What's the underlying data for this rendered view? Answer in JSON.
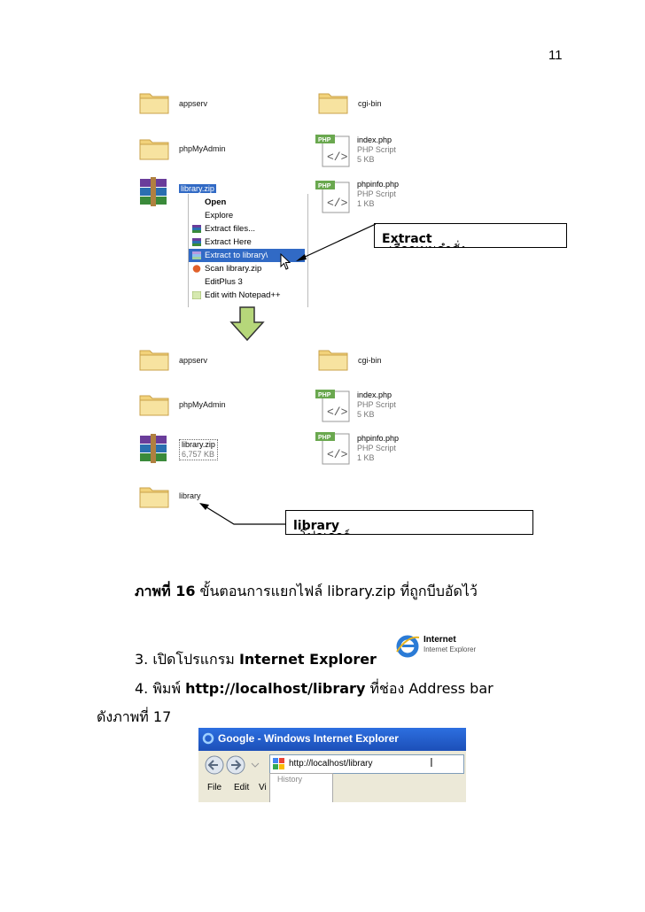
{
  "page_number": "11",
  "top_listing": {
    "items": [
      {
        "name": "appserv"
      },
      {
        "name": "cgi-bin"
      },
      {
        "name": "phpMyAdmin"
      },
      {
        "name": "index.php",
        "type": "PHP Script",
        "size": "5 KB"
      },
      {
        "name": "library.zip"
      },
      {
        "name": "phpinfo.php",
        "type": "PHP Script",
        "size": "1 KB"
      }
    ]
  },
  "context_menu": {
    "items": [
      "Open",
      "Explore",
      "Extract files...",
      "Extract Here",
      "Extract to library\\",
      "Scan library.zip",
      "EditPlus 3",
      "Edit with Notepad++"
    ],
    "highlighted_index": 4
  },
  "callout_top": {
    "text_plain": "เลือกเมนูคำสั่ง ",
    "text_bold": "Extract"
  },
  "bottom_listing": {
    "items": [
      {
        "name": "appserv"
      },
      {
        "name": "cgi-bin"
      },
      {
        "name": "phpMyAdmin"
      },
      {
        "name": "index.php",
        "type": "PHP Script",
        "size": "5 KB"
      },
      {
        "name": "library.zip",
        "size": "6,757 KB"
      },
      {
        "name": "phpinfo.php",
        "type": "PHP Script",
        "size": "1 KB"
      },
      {
        "name": "library"
      }
    ]
  },
  "callout_bottom": {
    "text_plain": "โฟลเดอร์ ",
    "text_bold": "library"
  },
  "caption": {
    "label": "ภาพที่ 16",
    "text": " ขั้นตอนการแยกไฟล์ library.zip ที่ถูกบีบอัดไว้"
  },
  "step3": {
    "text": "3. เปิดโปรแกรม ",
    "bold": "Internet Explorer"
  },
  "ie_logo": {
    "line1": "Internet",
    "line2": "Internet Explorer"
  },
  "step4": {
    "text": "4. พิมพ์ ",
    "bold": "http://localhost/library",
    "text2": " ที่ช่อง Address bar",
    "line2": "ดังภาพที่ 17"
  },
  "ie_window": {
    "title": "Google - Windows Internet Explorer",
    "address": "http://localhost/library",
    "menu": [
      "File",
      "Edit",
      "Vi"
    ],
    "dropdown_item": "History"
  }
}
